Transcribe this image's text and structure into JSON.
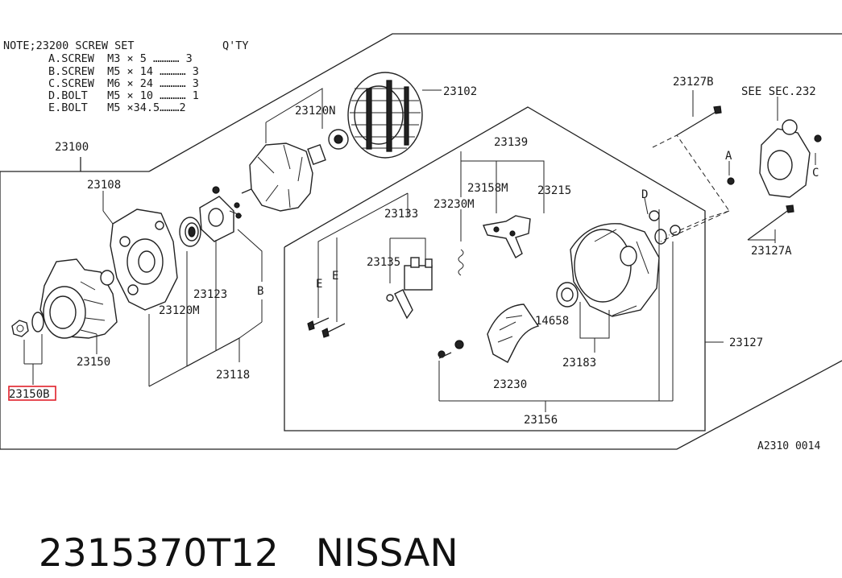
{
  "note": {
    "title": "NOTE;23200 SCREW SET",
    "qty_header": "Q'TY",
    "items": [
      {
        "text": "A.SCREW  M3 × 5 ………… 3"
      },
      {
        "text": "B.SCREW  M5 × 14 ………… 3"
      },
      {
        "text": "C.SCREW  M6 × 24 ………… 3"
      },
      {
        "text": "D.BOLT   M5 × 10 ………… 1"
      },
      {
        "text": "E.BOLT   M5 ×34.5………2"
      }
    ]
  },
  "labels": {
    "p23100": "23100",
    "p23108": "23108",
    "p23120N": "23120N",
    "p23102": "23102",
    "p23120M": "23120M",
    "p23123": "23123",
    "pB_left": "B",
    "p23118": "23118",
    "p23150": "23150",
    "p23150B": "23150B",
    "p23139": "23139",
    "p23158M": "23158M",
    "p23215": "23215",
    "p23133": "23133",
    "p23230M": "23230M",
    "p23135": "23135",
    "pE1": "E",
    "pE2": "E",
    "p14658": "14658",
    "p23183": "23183",
    "p23230": "23230",
    "p23156": "23156",
    "p23127": "23127",
    "p23127B": "23127B",
    "see_sec": "SEE SEC.232",
    "pA": "A",
    "pC": "C",
    "pD": "D",
    "p23127A": "23127A",
    "diagram_code": "A2310 0014"
  },
  "caption": {
    "part_number": "2315370T12",
    "brand": "NISSAN"
  },
  "colors": {
    "highlight": "#e0202a",
    "ink": "#1a1a1a"
  }
}
